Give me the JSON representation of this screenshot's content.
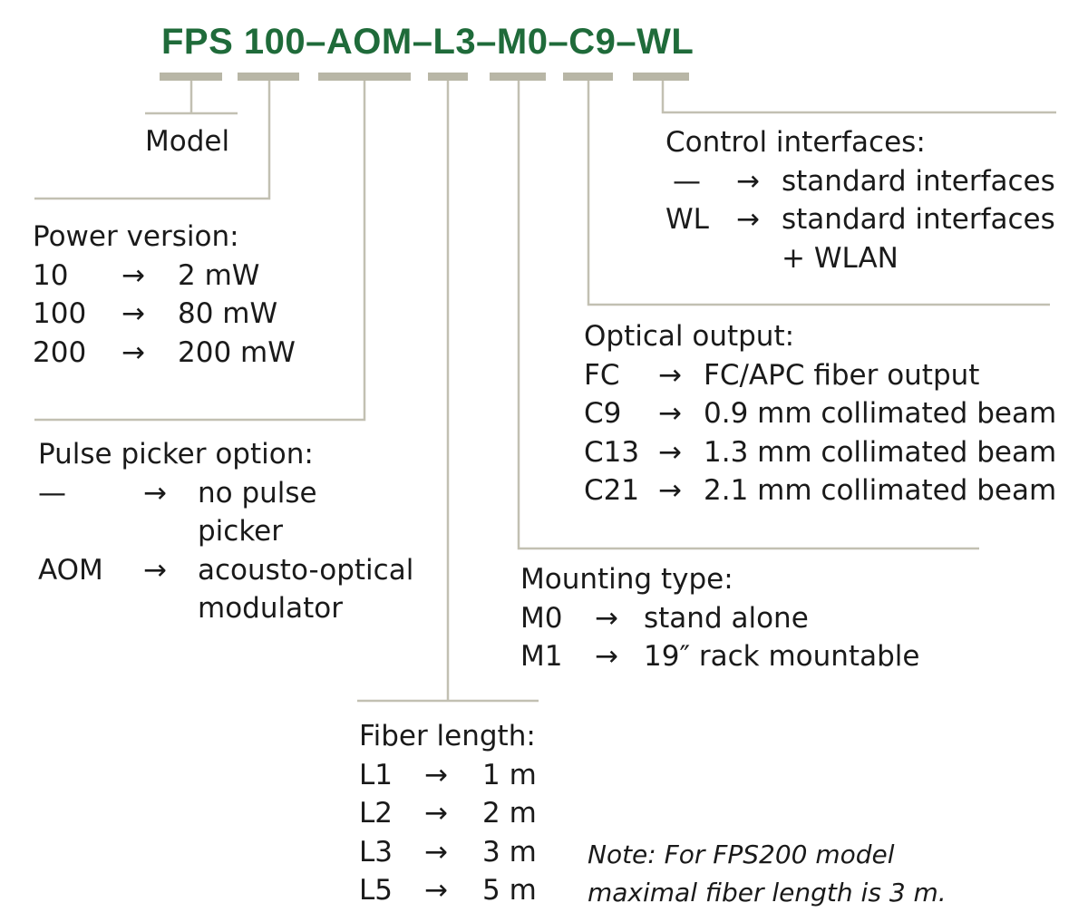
{
  "code": "FPS 100–AOM–L3–M0–C9–WL",
  "arrow": "→",
  "model": {
    "label": "Model"
  },
  "power": {
    "title": "Power version:",
    "rows": [
      {
        "code": "10",
        "desc": "2 mW"
      },
      {
        "code": "100",
        "desc": "80 mW"
      },
      {
        "code": "200",
        "desc": "200 mW"
      }
    ]
  },
  "pulse": {
    "title": "Pulse picker option:",
    "rows": [
      {
        "code": "—",
        "desc1": "no pulse",
        "desc2": "picker"
      },
      {
        "code": "AOM",
        "desc1": "acousto-optical",
        "desc2": "modulator"
      }
    ]
  },
  "fiber": {
    "title": "Fiber length:",
    "rows": [
      {
        "code": "L1",
        "desc": "1 m"
      },
      {
        "code": "L2",
        "desc": "2 m"
      },
      {
        "code": "L3",
        "desc": "3 m"
      },
      {
        "code": "L5",
        "desc": "5 m"
      }
    ],
    "note1": "Note: For FPS200 model",
    "note2": "maximal fiber length is 3 m."
  },
  "mounting": {
    "title": "Mounting type:",
    "rows": [
      {
        "code": "M0",
        "desc": "stand alone"
      },
      {
        "code": "M1",
        "desc": "19″ rack mountable"
      }
    ]
  },
  "optical": {
    "title": "Optical output:",
    "rows": [
      {
        "code": "FC",
        "desc": "FC/APC fiber output"
      },
      {
        "code": "C9",
        "desc": "0.9 mm collimated beam"
      },
      {
        "code": "C13",
        "desc": "1.3 mm collimated beam"
      },
      {
        "code": "C21",
        "desc": "2.1 mm collimated beam"
      }
    ]
  },
  "control": {
    "title": "Control interfaces:",
    "rows": [
      {
        "code": "—",
        "desc1": "standard interfaces"
      },
      {
        "code": "WL",
        "desc1": "standard interfaces",
        "desc2": "+ WLAN"
      }
    ]
  },
  "colors": {
    "title": "#1f6b3a",
    "bar": "#b8b6a6",
    "line": "#c2c0b2",
    "text": "#1a1a1a"
  }
}
